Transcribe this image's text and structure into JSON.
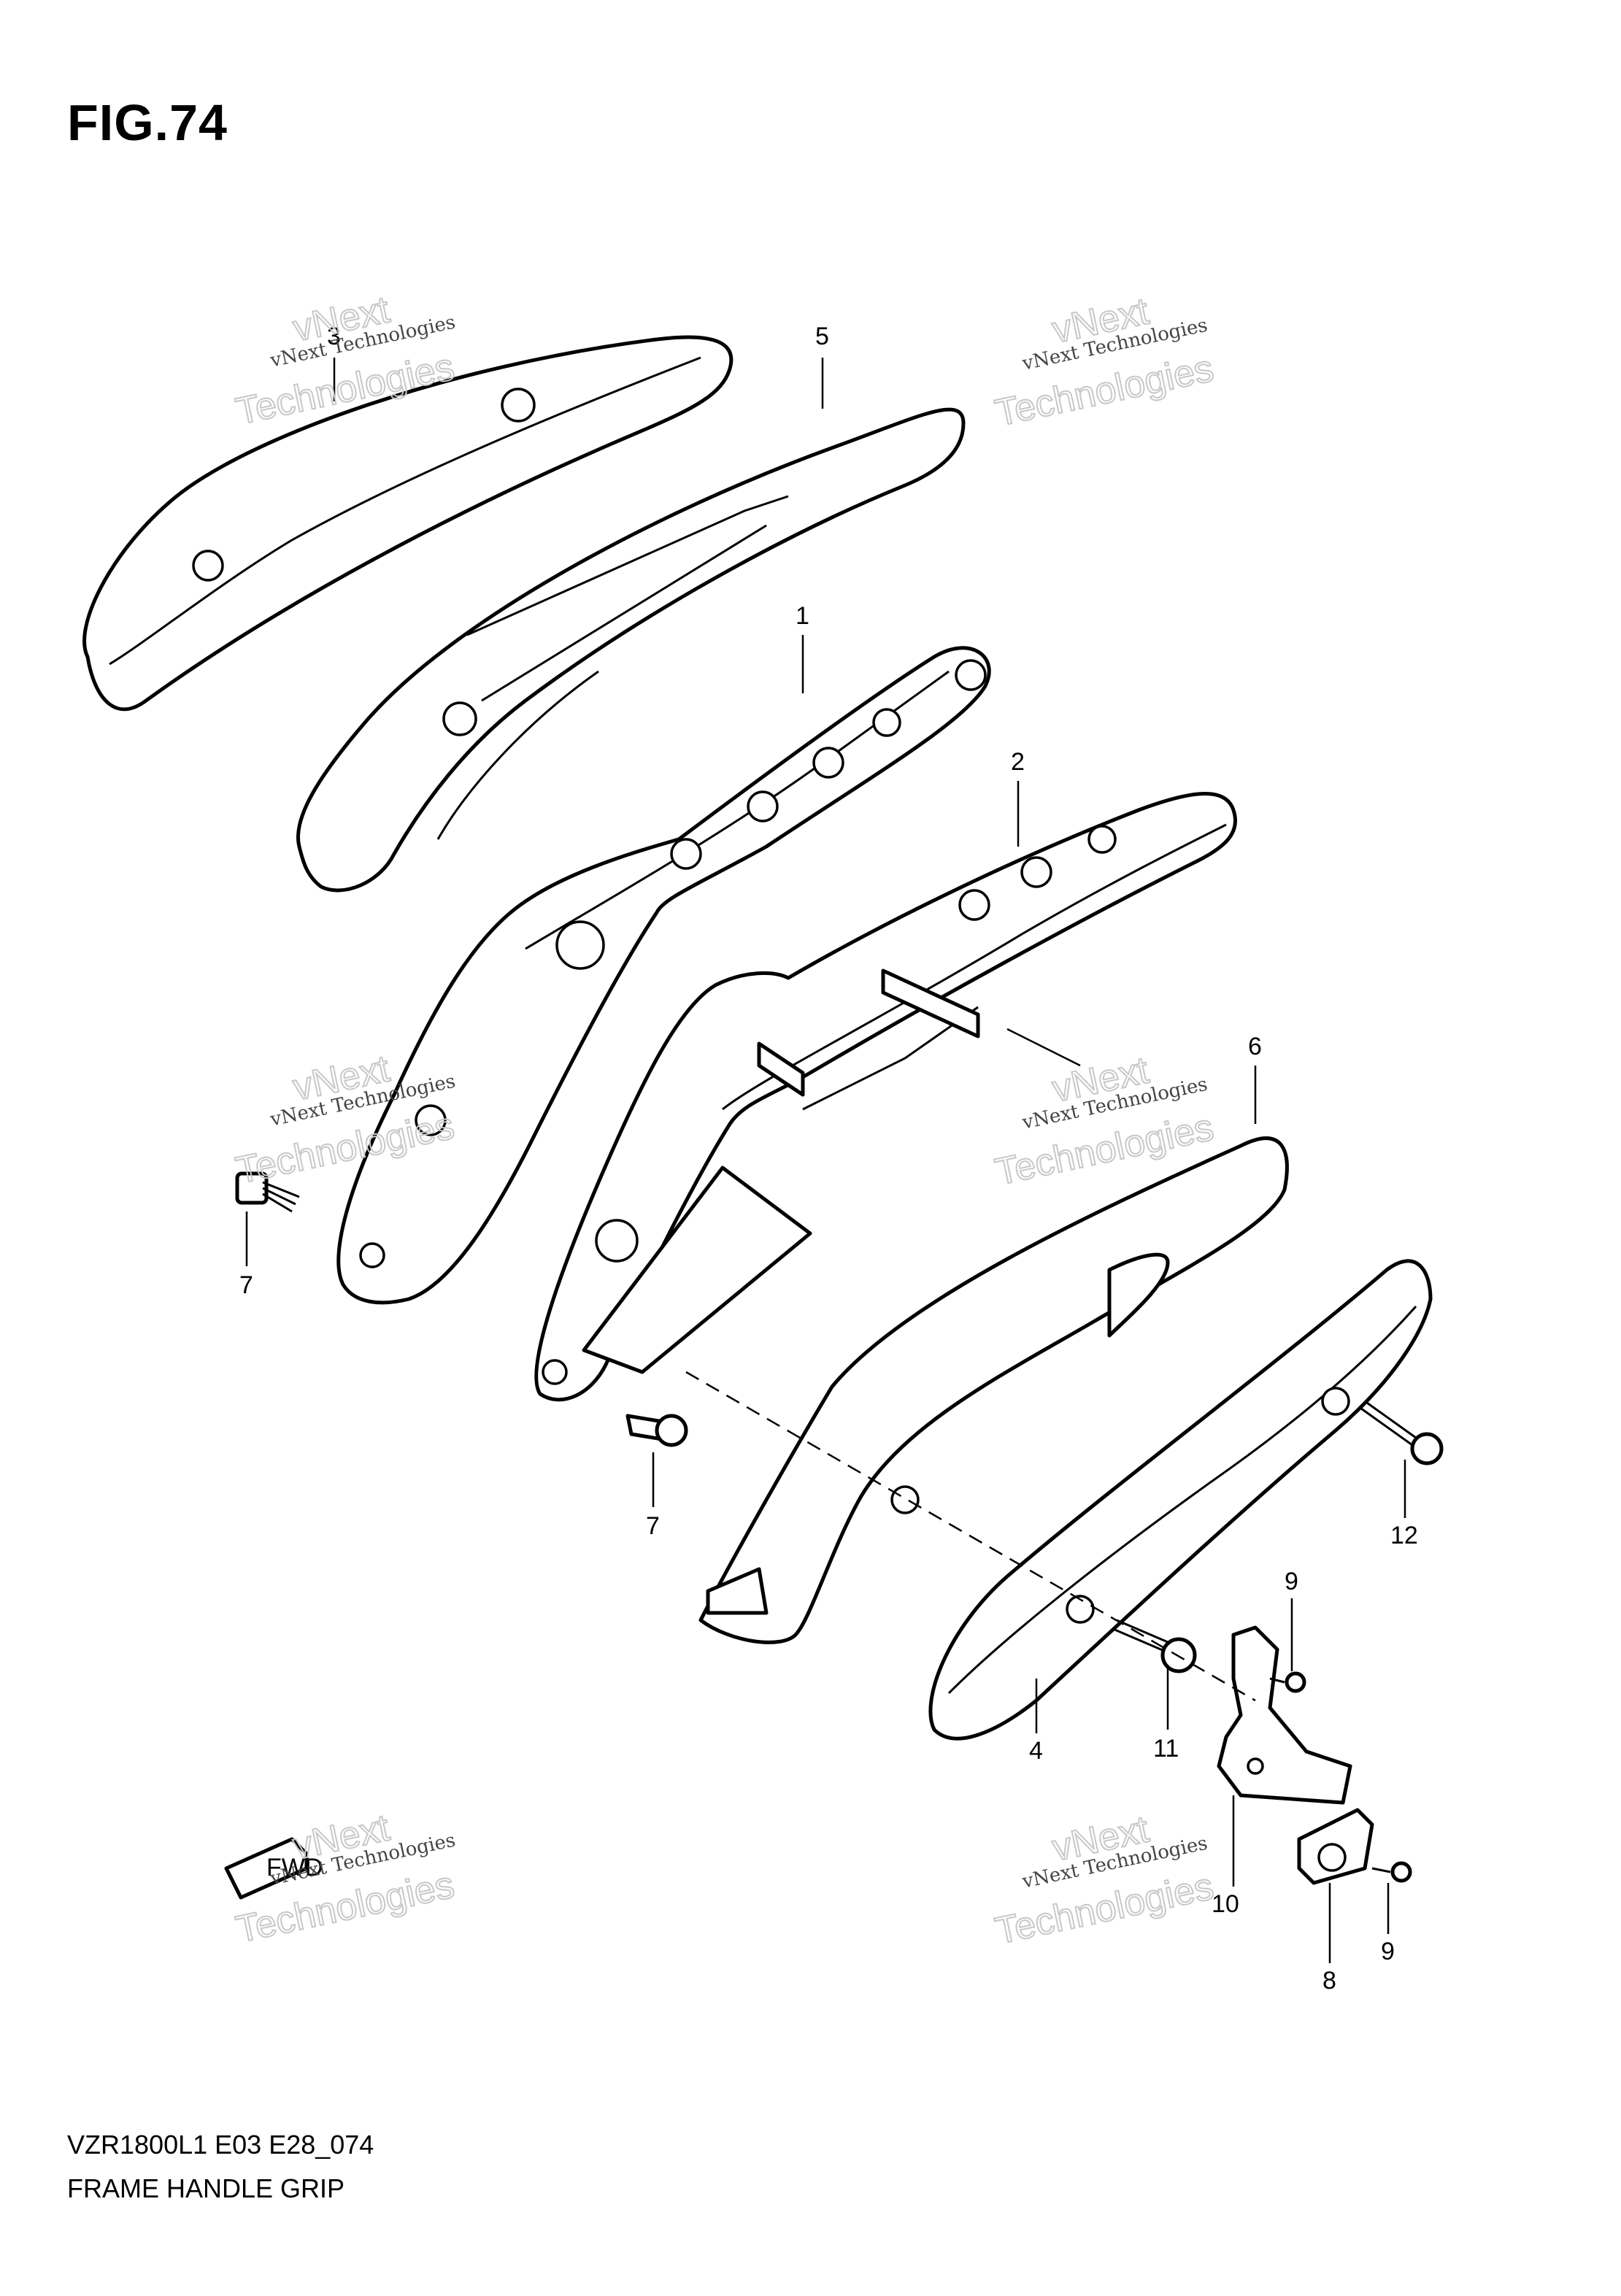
{
  "figure": {
    "title": "FIG.74",
    "model_code": "VZR1800L1 E03 E28_074",
    "caption": "FRAME HANDLE GRIP"
  },
  "callouts": {
    "c1": "1",
    "c2": "2",
    "c3": "3",
    "c4": "4",
    "c5": "5",
    "c6": "6",
    "c7a": "7",
    "c7b": "7",
    "c8": "8",
    "c9a": "9",
    "c9b": "9",
    "c10": "10",
    "c11": "11",
    "c12": "12"
  },
  "watermark": {
    "line1": "vNext Technologies",
    "line2": "vNext",
    "line3": "Technologies"
  },
  "fwd_arrow_label": "FWD"
}
